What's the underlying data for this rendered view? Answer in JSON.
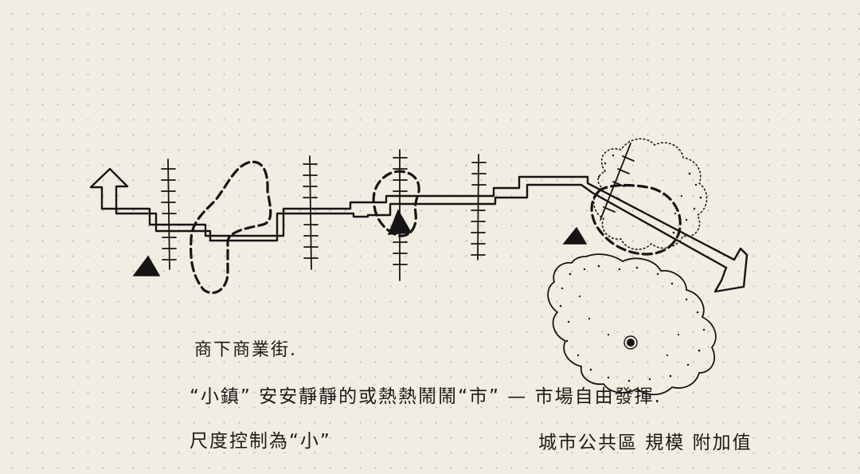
{
  "notes": {
    "street": "商下商業街.",
    "town": "“小鎮” 安安靜靜的或熱熱鬧鬧“市” — 市場自由發揮.",
    "scale": "尺度控制為“小”",
    "public": "城市公共區 規模 附加值"
  },
  "colors": {
    "ink": "#151515",
    "paper": "#f1ede2",
    "grid_dots": "#bdb7aa"
  },
  "icons": [
    "arrow-up-icon",
    "arrow-down-icon",
    "triangle-marker-icon",
    "tree-canopy-icon",
    "dot-marker-icon"
  ]
}
